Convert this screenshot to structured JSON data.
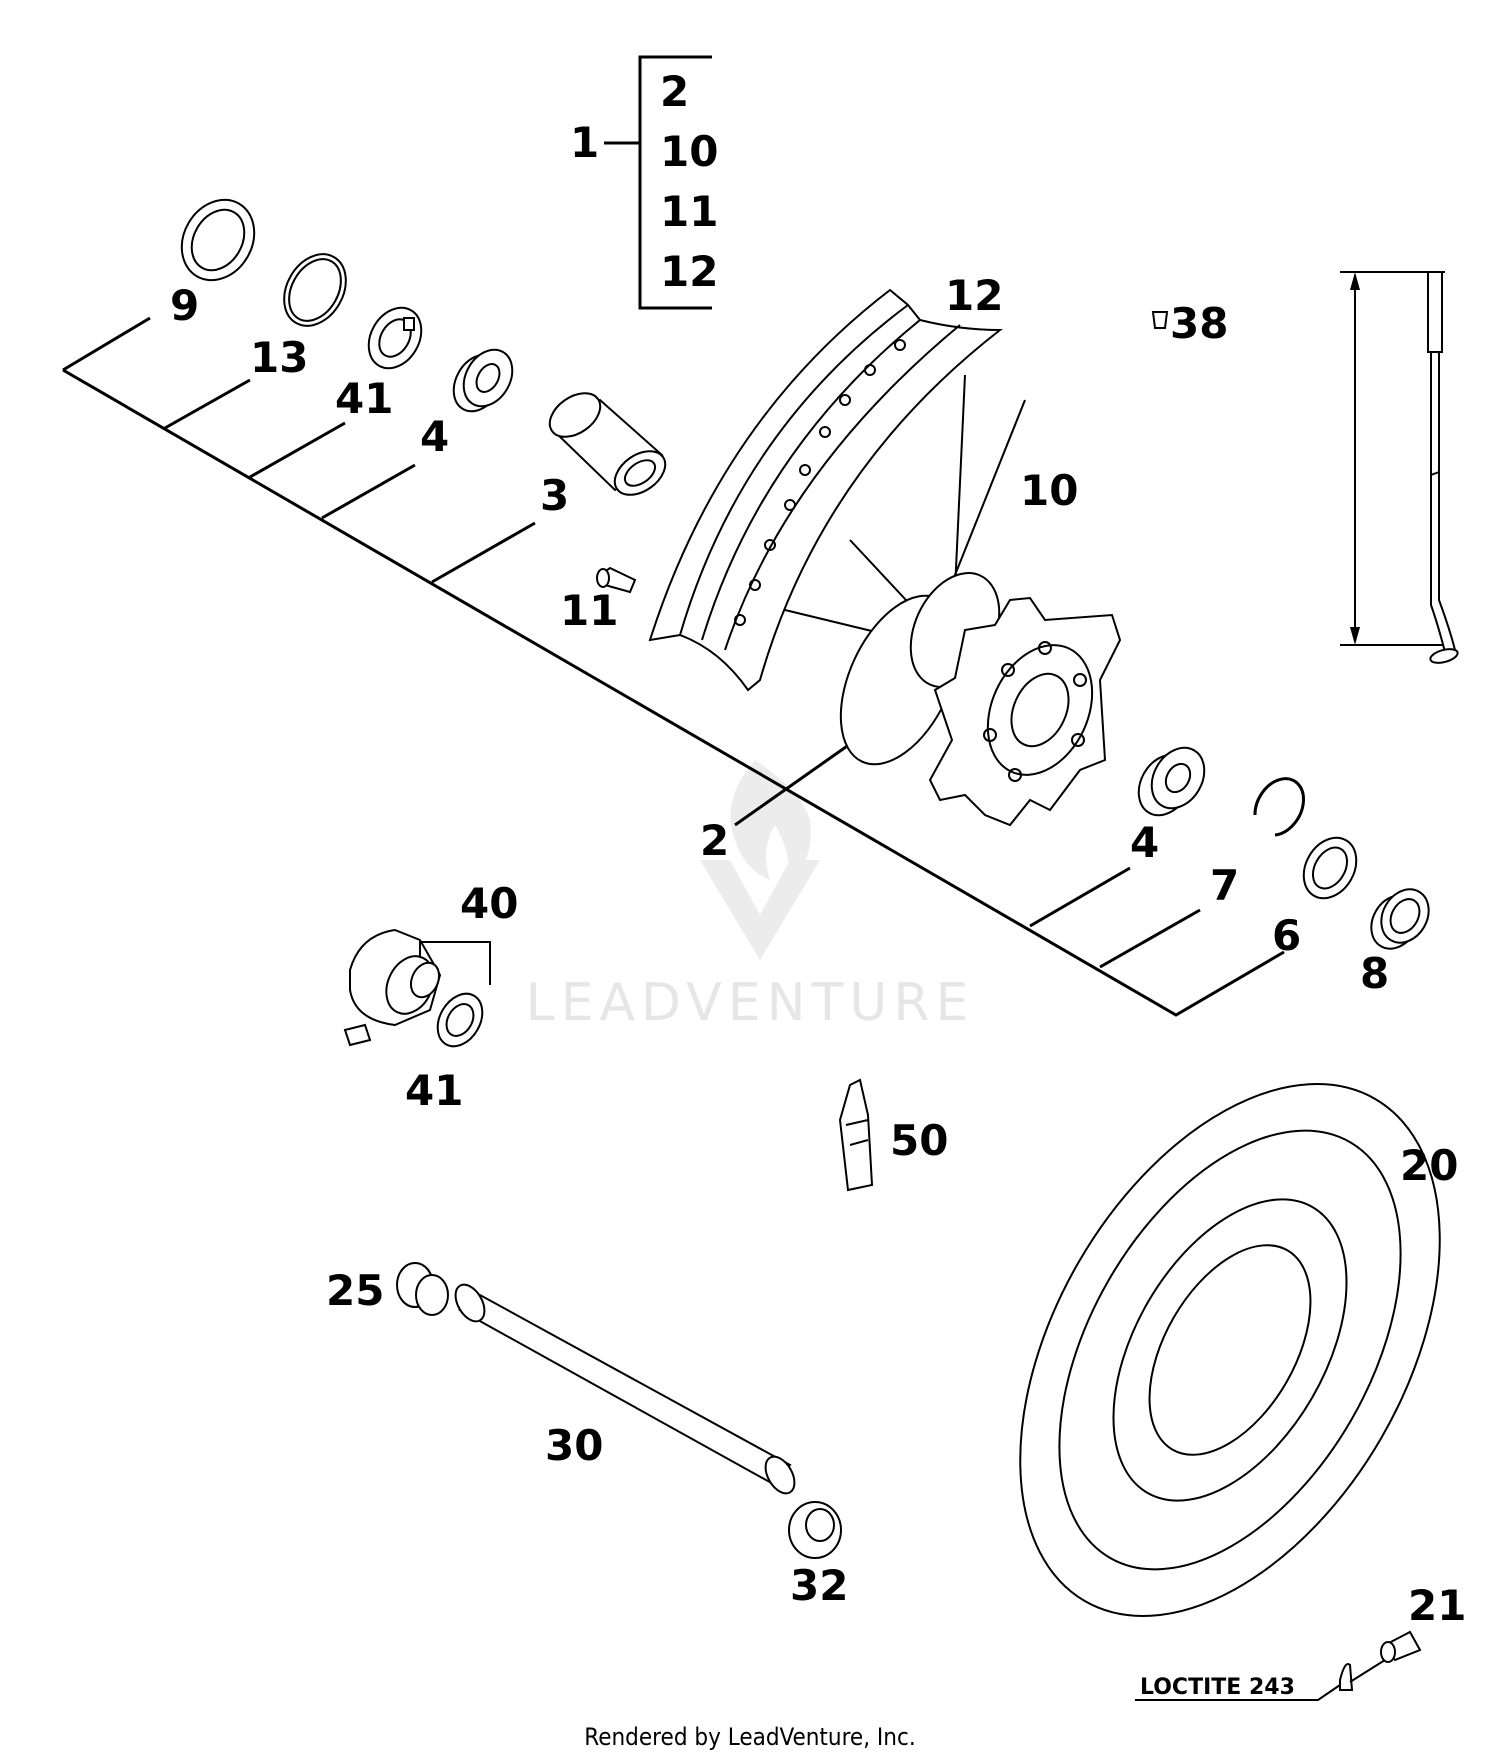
{
  "labels": {
    "p1": "1",
    "p2_kit": "2",
    "p10_kit": "10",
    "p11_kit": "11",
    "p12_kit": "12",
    "p9": "9",
    "p13": "13",
    "p41a": "41",
    "p4a": "4",
    "p3": "3",
    "p11": "11",
    "p12": "12",
    "p10": "10",
    "p38": "38",
    "p2": "2",
    "p4b": "4",
    "p7": "7",
    "p6": "6",
    "p8": "8",
    "p40": "40",
    "p41b": "41",
    "p50": "50",
    "p20": "20",
    "p25": "25",
    "p30": "30",
    "p32": "32",
    "p21": "21"
  },
  "note": "LOCTITE 243",
  "watermark": "LEADVENTURE",
  "footer": "Rendered by LeadVenture, Inc.",
  "colors": {
    "line": "#000000",
    "background": "#ffffff",
    "watermark": "#e6e6e6"
  }
}
